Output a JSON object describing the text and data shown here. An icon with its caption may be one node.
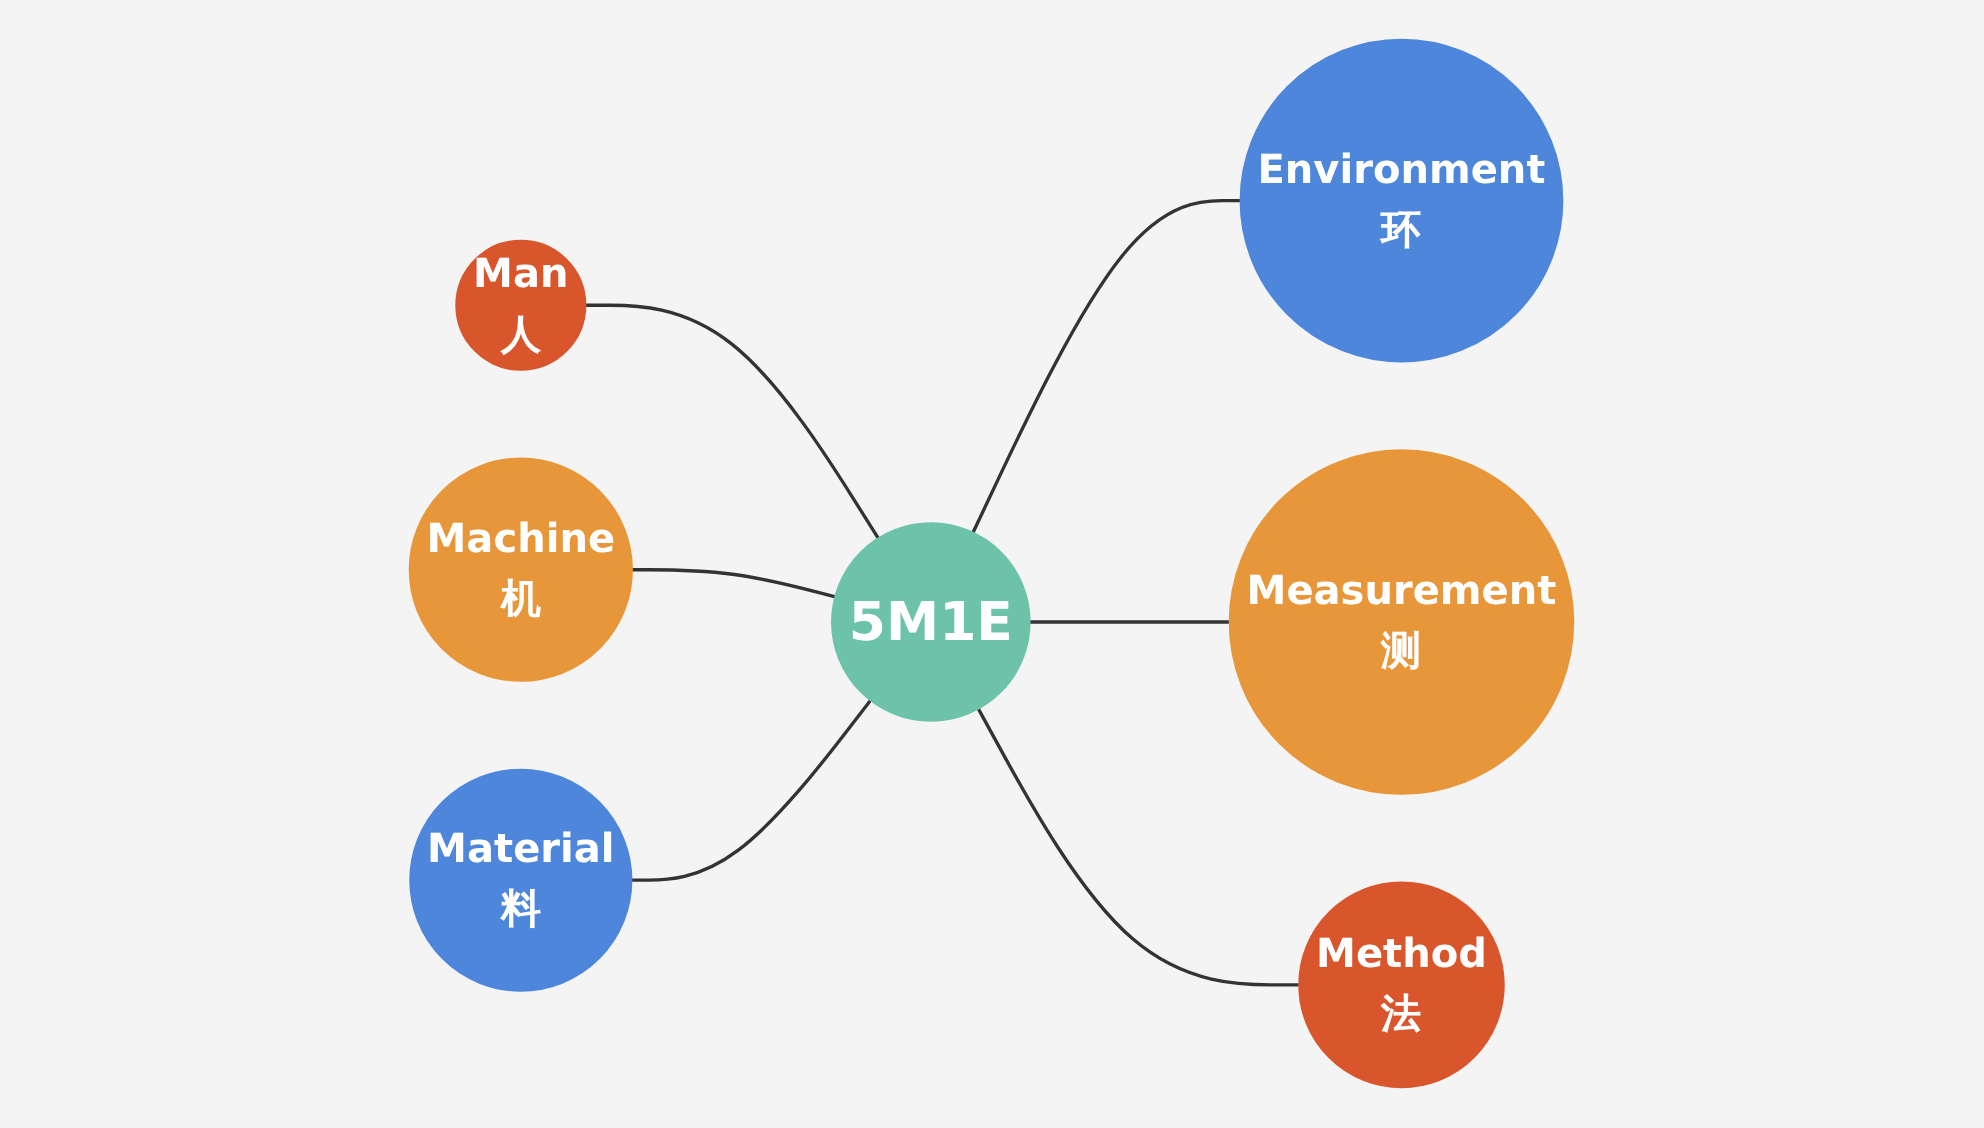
{
  "diagram": {
    "nodes": [
      {
        "text": [
          "Man",
          "人"
        ]
      },
      {
        "text": [
          "Machine",
          "机"
        ]
      },
      {
        "text": [
          "Environment",
          "环"
        ]
      },
      {
        "text": [
          "5M1E"
        ]
      },
      {
        "text": [
          "Measurement",
          "测"
        ]
      },
      {
        "text": [
          "Material",
          "料"
        ]
      },
      {
        "text": [
          "Method",
          "法"
        ]
      }
    ],
    "edges": [
      {
        "from": 0,
        "to": 3,
        "arrow": "none"
      },
      {
        "from": 1,
        "to": 3,
        "arrow": "none"
      },
      {
        "from": 3,
        "to": 2,
        "arrow": "none"
      },
      {
        "from": 3,
        "to": 4,
        "arrow": "none"
      },
      {
        "from": 5,
        "to": 3,
        "arrow": "none"
      },
      {
        "from": 3,
        "to": 6,
        "arrow": "none"
      }
    ]
  }
}
